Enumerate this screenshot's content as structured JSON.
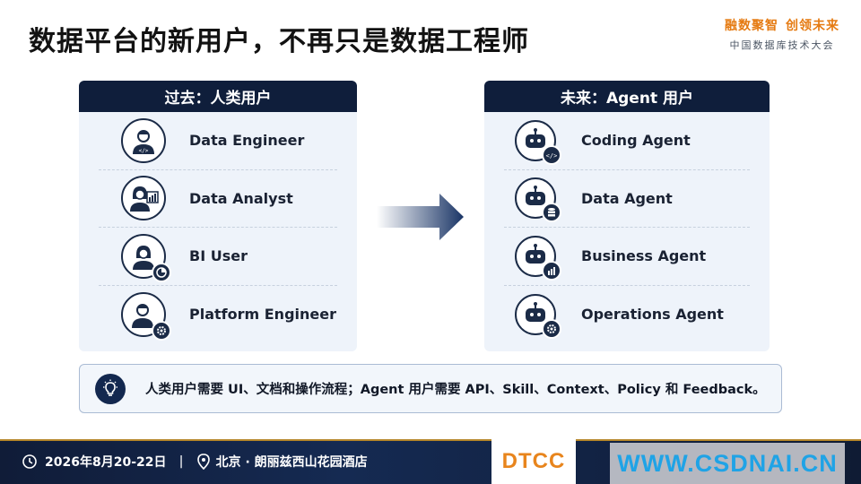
{
  "title": "数据平台的新用户，不再只是数据工程师",
  "brand": {
    "slogan_1": "融数聚智",
    "slogan_2": "创领未来",
    "conference": "中国数据库技术大会"
  },
  "left_panel": {
    "header": "过去：人类用户",
    "items": [
      {
        "label": "Data Engineer",
        "icon": "engineer-icon"
      },
      {
        "label": "Data Analyst",
        "icon": "analyst-icon"
      },
      {
        "label": "BI User",
        "icon": "bi-user-icon"
      },
      {
        "label": "Platform Engineer",
        "icon": "platform-engineer-icon"
      }
    ]
  },
  "right_panel": {
    "header": "未来：Agent 用户",
    "items": [
      {
        "label": "Coding Agent",
        "icon": "robot-code-icon"
      },
      {
        "label": "Data Agent",
        "icon": "robot-database-icon"
      },
      {
        "label": "Business Agent",
        "icon": "robot-chart-icon"
      },
      {
        "label": "Operations Agent",
        "icon": "robot-gear-icon"
      }
    ]
  },
  "note": {
    "icon": "lightbulb-icon",
    "text": "人类用户需要 UI、文档和操作流程；Agent 用户需要 API、Skill、Context、Policy 和 Feedback。"
  },
  "footer": {
    "date": "2026年8月20-22日",
    "separator": "|",
    "location": "北京 · 朗丽兹西山花园酒店",
    "logo": "DTCC",
    "watermark": "WWW.CSDNAI.CN"
  },
  "colors": {
    "header_bg": "#0f1e3b",
    "panel_bg": "#eef3fa",
    "brand_orange": "#e57a11",
    "arrow": "#1a3566"
  }
}
